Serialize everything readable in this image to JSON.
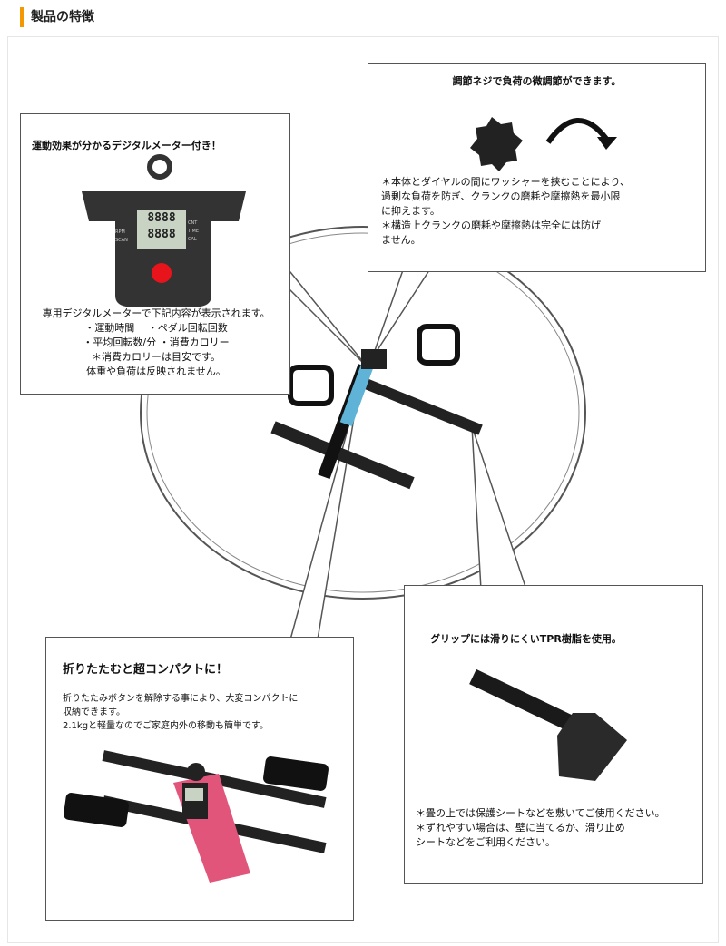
{
  "header": {
    "title": "製品の特徴",
    "accent_color": "#f39800"
  },
  "meter_box": {
    "title": "運動効果が分かるデジタルメーター付き！",
    "display": {
      "digits": "8888",
      "labels_left": [
        "RPM",
        "SCAN"
      ],
      "labels_right": [
        "CNT",
        "TIME",
        "CAL"
      ]
    },
    "lines": [
      "専用デジタルメーターで下記内容が表示されます。",
      "・運動時間　 ・ペダル回転回数",
      "・平均回転数/分 ・消費カロリー",
      "＊消費カロリーは目安です。",
      "体重や負荷は反映されません。"
    ]
  },
  "knob_box": {
    "title": "調節ネジで負荷の微調節ができます。",
    "lines": [
      "＊本体とダイヤルの間にワッシャーを挟むことにより、",
      "過剰な負荷を防ぎ、クランクの磨耗や摩擦熱を最小限",
      "に抑えます。",
      "＊構造上クランクの磨耗や摩擦熱は完全には防げ",
      "ません。"
    ]
  },
  "fold_box": {
    "title": "折りたたむと超コンパクトに！",
    "lines": [
      "折りたたみボタンを解除する事により、大変コンパクトに",
      "収納できます。",
      "2.1kgと軽量なのでご家庭内外の移動も簡単です。"
    ]
  },
  "grip_box": {
    "title": "グリップには滑りにくいTPR樹脂を使用。",
    "lines": [
      "＊畳の上では保護シートなどを敷いてご使用ください。",
      "＊ずれやすい場合は、壁に当てるか、滑り止め",
      "シートなどをご利用ください。"
    ]
  }
}
